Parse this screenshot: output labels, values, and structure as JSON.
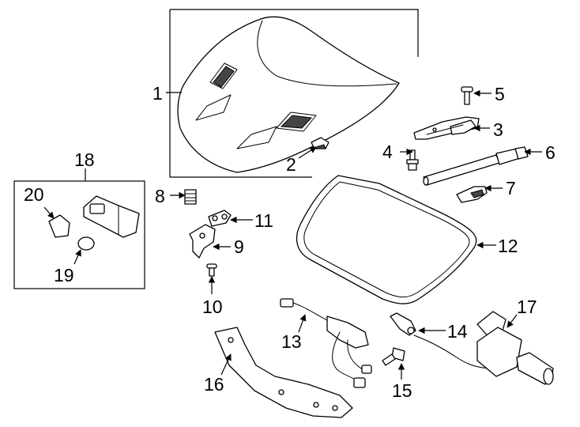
{
  "callouts": [
    {
      "number": "1"
    },
    {
      "number": "2"
    },
    {
      "number": "3"
    },
    {
      "number": "4"
    },
    {
      "number": "5"
    },
    {
      "number": "6"
    },
    {
      "number": "7"
    },
    {
      "number": "8"
    },
    {
      "number": "9"
    },
    {
      "number": "10"
    },
    {
      "number": "11"
    },
    {
      "number": "12"
    },
    {
      "number": "13"
    },
    {
      "number": "14"
    },
    {
      "number": "15"
    },
    {
      "number": "16"
    },
    {
      "number": "17"
    },
    {
      "number": "18"
    },
    {
      "number": "19"
    },
    {
      "number": "20"
    }
  ]
}
